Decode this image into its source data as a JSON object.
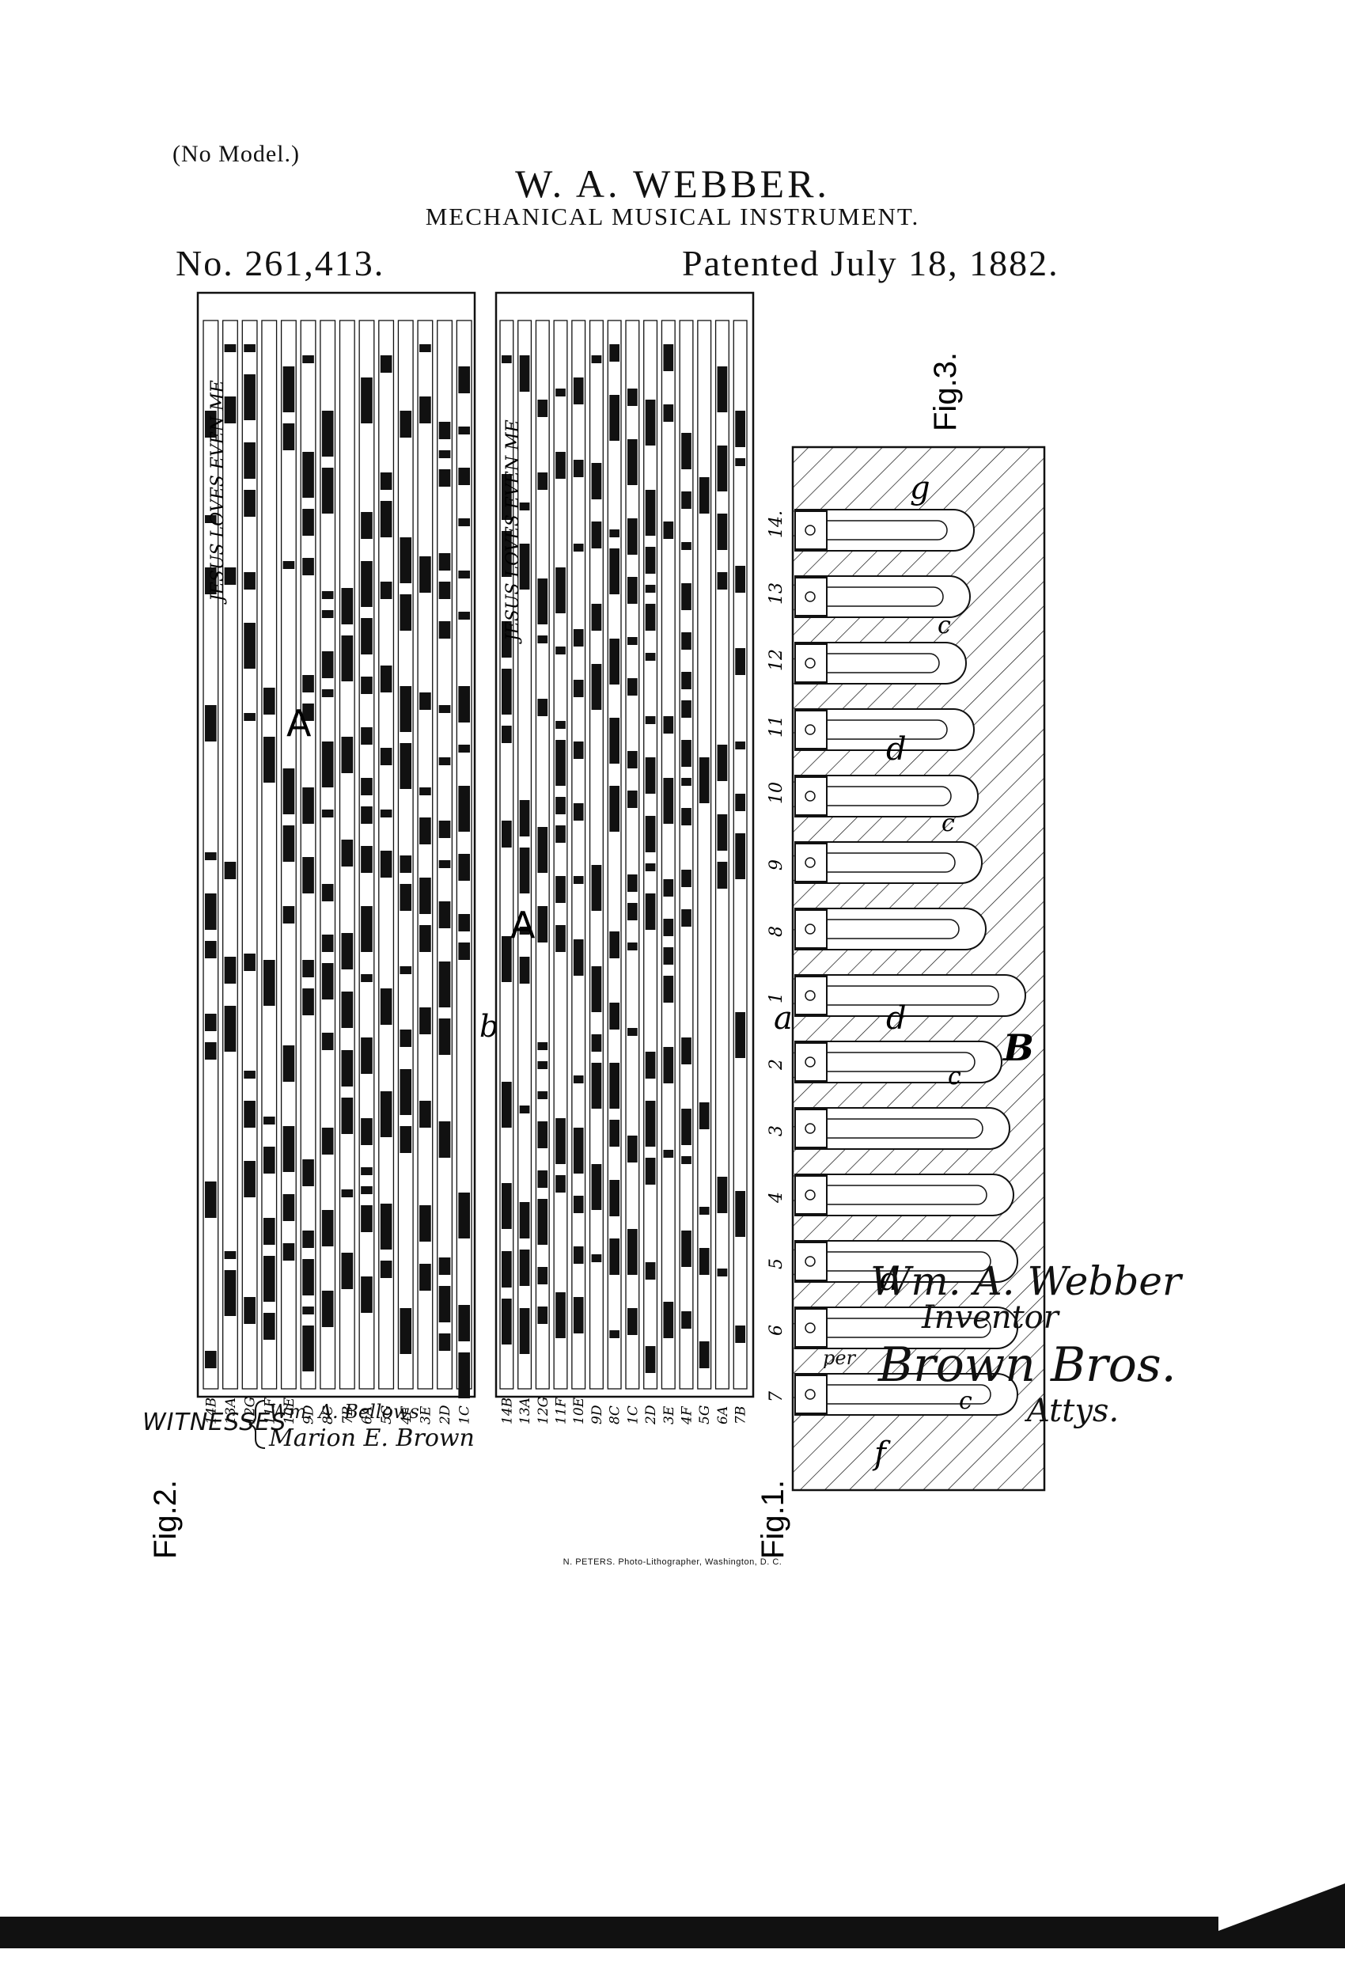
{
  "header": {
    "model_note": "(No Model.)",
    "inventor": "W. A. WEBBER.",
    "title": "MECHANICAL MUSICAL INSTRUMENT.",
    "patent_number": "No. 261,413.",
    "patent_date": "Patented July 18, 1882."
  },
  "figures": {
    "fig1": {
      "label": "Fig.1.",
      "sheet_title": "JESUS LOVES EVEN ME",
      "sheet_letter": "A",
      "edge_letter": "a",
      "note_labels": [
        "14B",
        "13A",
        "12G",
        "11F",
        "10E",
        "9D",
        "8C",
        "1C",
        "2D",
        "3E",
        "4F",
        "5G",
        "6A",
        "7B"
      ]
    },
    "fig2": {
      "label": "Fig.2.",
      "sheet_title": "JESUS LOVES EVEN ME",
      "sheet_letter": "A",
      "edge_letter": "b",
      "note_labels": [
        "14B",
        "13A",
        "12G",
        "11F",
        "10E",
        "9D",
        "8C",
        "7B",
        "6A",
        "5G",
        "4F",
        "3E",
        "2D",
        "1C"
      ]
    },
    "fig3": {
      "label": "Fig.3.",
      "reed_numbers": [
        "14.",
        "13",
        "12",
        "11",
        "10",
        "9",
        "8",
        "1",
        "2",
        "3",
        "4",
        "5",
        "6",
        "7"
      ],
      "letters": [
        "g",
        "c",
        "d",
        "c",
        "d",
        "c",
        "B",
        "d",
        "c",
        "f"
      ]
    }
  },
  "witnesses": {
    "label": "WITNESSES",
    "names": [
      "Wm. A. Bellows",
      "Marion E. Brown"
    ]
  },
  "signature": {
    "inventor": "Wm. A. Webber",
    "role": "Inventor",
    "per": "per",
    "attorneys": "Brown Bros.",
    "attorneys_label": "Attys."
  },
  "footer": {
    "lithographer": "N. PETERS. Photo-Lithographer, Washington, D. C."
  },
  "colors": {
    "ink": "#111111",
    "paper": "#ffffff"
  }
}
